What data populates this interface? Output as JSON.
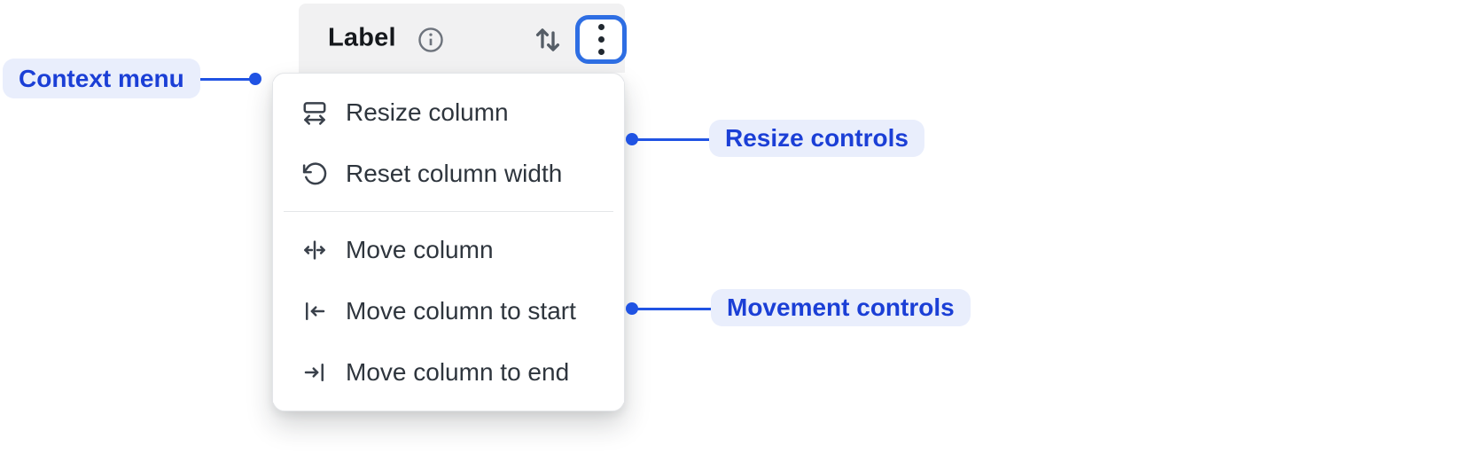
{
  "header": {
    "label": "Label",
    "info_icon": "info-icon",
    "sort_icon": "sort-vertical-icon",
    "kebab_icon": "kebab-menu-icon"
  },
  "menu": {
    "items": [
      {
        "icon": "resize-column-icon",
        "label": "Resize column",
        "group": "resize"
      },
      {
        "icon": "reset-column-width-icon",
        "label": "Reset column width",
        "group": "resize"
      },
      {
        "icon": "move-column-icon",
        "label": "Move column",
        "group": "movement"
      },
      {
        "icon": "move-column-to-start-icon",
        "label": "Move column to start",
        "group": "movement"
      },
      {
        "icon": "move-column-to-end-icon",
        "label": "Move column to end",
        "group": "movement"
      }
    ]
  },
  "annotations": {
    "context_menu": {
      "label": "Context menu"
    },
    "resize_controls": {
      "label": "Resize controls"
    },
    "movement_controls": {
      "label": "Movement controls"
    }
  },
  "colors": {
    "annotation_text": "#1b3fd6",
    "annotation_bg": "#e9eefc",
    "connector": "#2053e3",
    "focus_ring": "#2e6ee3",
    "header_bg": "#f1f1f2",
    "menu_bg": "#ffffff",
    "menu_text": "#2e353d",
    "icon_stroke": "#3a414b"
  }
}
